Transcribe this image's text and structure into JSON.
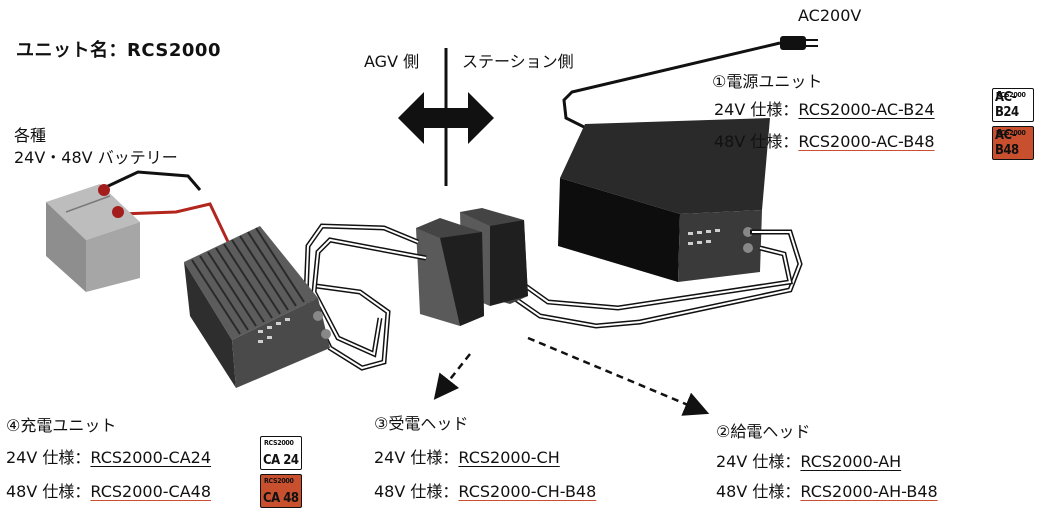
{
  "unit_title": "ユニット名：RCS2000",
  "ac_label": "AC200V",
  "agv_side": "AGV 側",
  "station_side": "ステーション側",
  "battery": {
    "line1": "各種",
    "line2": "24V・48V バッテリー"
  },
  "power_unit": {
    "heading": "①電源ユニット",
    "spec24_label": "24V 仕様：",
    "model24": "RCS2000-AC-B24",
    "spec48_label": "48V 仕様：",
    "model48": "RCS2000-AC-B48",
    "badge24_top": "RCS2000",
    "badge24_main": "AC-B24",
    "badge48_top": "RCS2000",
    "badge48_main": "AC-B48"
  },
  "charge_unit": {
    "heading": "④充電ユニット",
    "spec24_label": "24V 仕様：",
    "model24": "RCS2000-CA24",
    "spec48_label": "48V 仕様：",
    "model48": "RCS2000-CA48",
    "badge24_top": "RCS2000",
    "badge24_main": "CA 24",
    "badge48_top": "RCS2000",
    "badge48_main": "CA 48"
  },
  "receive_head": {
    "heading": "③受電ヘッド",
    "spec24_label": "24V 仕様：",
    "model24": "RCS2000-CH",
    "spec48_label": "48V 仕様：",
    "model48": "RCS2000-CH-B48"
  },
  "supply_head": {
    "heading": "②給電ヘッド",
    "spec24_label": "24V 仕様：",
    "model24": "RCS2000-AH",
    "spec48_label": "48V 仕様：",
    "model48": "RCS2000-AH-B48"
  },
  "colors": {
    "accent_red": "#c8502f",
    "device": "#1a1a1a"
  }
}
